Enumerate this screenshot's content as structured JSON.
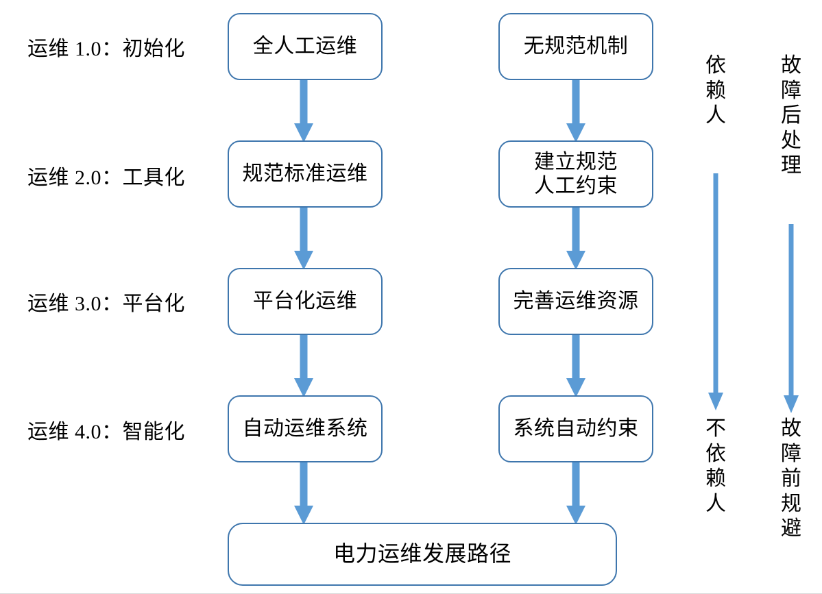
{
  "diagram": {
    "title_box": {
      "text": "电力运维发展路径"
    },
    "stage_labels": [
      {
        "text": "运维 1.0：初始化"
      },
      {
        "text": "运维 2.0：工具化"
      },
      {
        "text": "运维 3.0：平台化"
      },
      {
        "text": "运维 4.0：智能化"
      }
    ],
    "left_column": [
      {
        "text": "全人工运维"
      },
      {
        "text": "规范标准运维"
      },
      {
        "text": "平台化运维"
      },
      {
        "text": "自动运维系统"
      }
    ],
    "right_column": [
      {
        "text": "无规范机制"
      },
      {
        "text": "建立规范\n人工约束"
      },
      {
        "text": "完善运维资源"
      },
      {
        "text": "系统自动约束"
      }
    ],
    "axes": [
      {
        "name": "people-dependency-axis",
        "top_label": "依赖人",
        "top_chars": [
          "依",
          "赖",
          "人"
        ],
        "bottom_label": "不依赖人",
        "bottom_chars": [
          "不",
          "依",
          "赖",
          "人"
        ]
      },
      {
        "name": "fault-handling-axis",
        "top_label": "故障后处理",
        "top_chars": [
          "故",
          "障",
          "后",
          "处",
          "理"
        ],
        "bottom_label": "故障前规避",
        "bottom_chars": [
          "故",
          "障",
          "前",
          "规",
          "避"
        ]
      }
    ],
    "colors": {
      "box_border": "#3E76AD",
      "arrow": "#5B9BD5",
      "text": "#000000",
      "background": "#FFFFFF"
    }
  }
}
